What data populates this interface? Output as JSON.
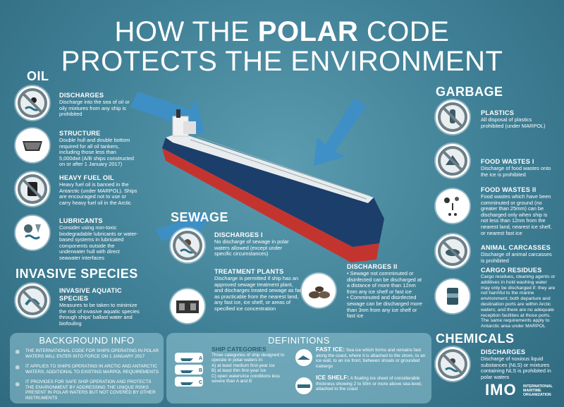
{
  "title_line1_a": "HOW THE ",
  "title_line1_b": "POLAR",
  "title_line1_c": " CODE",
  "title_line2": "PROTECTS THE ENVIRONMENT",
  "oil": {
    "heading": "OIL",
    "items": [
      {
        "title": "DISCHARGES",
        "text": "Discharge into the sea of oil or oily mixtures from any ship is prohibited",
        "icon": "oil-discharge-prohibited-icon"
      },
      {
        "title": "STRUCTURE",
        "text": "Double hull and double bottom required for all oil tankers, including those less than 5,000dwt (A/B ships constructed on or after 1 January 2017)",
        "icon": "double-hull-icon"
      },
      {
        "title": "HEAVY FUEL OIL",
        "text": "Heavy fuel oil is banned in the Antarctic (under MARPOL). Ships are encouraged not to use or carry heavy fuel oil in the Arctic",
        "icon": "oil-barrel-prohibited-icon"
      },
      {
        "title": "LUBRICANTS",
        "text": "Consider using non-toxic biodegradable lubricants or water-based systems in lubricated components outside the underwater hull with direct seawater interfaces",
        "icon": "lubricant-icon"
      }
    ]
  },
  "invasive": {
    "heading": "INVASIVE SPECIES",
    "title": "INVASIVE AQUATIC SPECIES",
    "text": "Measures to be taken to minimize the risk of invasive aquatic species through ships' ballast water and biofouling",
    "icon": "invasive-species-prohibited-icon"
  },
  "sewage": {
    "heading": "SEWAGE",
    "d1_title": "DISCHARGES I",
    "d1_text": "No discharge of sewage in polar waters allowed (except under specific circumstances)",
    "tp_title": "TREATMENT PLANTS",
    "tp_text": "Discharge is permitted if ship has an approved sewage treatment plant, and discharges treated sewage as far as practicable from the nearest land, any fast ice, ice shelf, or areas of specified ice concentration",
    "d2_title": "DISCHARGES II",
    "d2_b1": "• Sewage not comminuted or disinfected can be discharged at a distance of more than 12nm from any ice shelf or fast ice",
    "d2_b2": "• Comminuted and disinfected sewage can be discharged more than 3nm from any ice shelf or fast ice"
  },
  "garbage": {
    "heading": "GARBAGE",
    "items": [
      {
        "title": "PLASTICS",
        "text": "All disposal of plastics prohibited (under MARPOL)",
        "icon": "plastic-bottle-prohibited-icon"
      },
      {
        "title": "FOOD WASTES I",
        "text": "Discharge of food wastes onto the ice is prohibited",
        "icon": "food-waste-ice-prohibited-icon"
      },
      {
        "title": "FOOD WASTES II",
        "text": "Food wastes which have been comminuted or ground (no greater than 25mm) can be discharged only when ship is not less than 12nm from the nearest land, nearest ice shelf, or nearest fast ice",
        "icon": "comminuted-food-icon"
      },
      {
        "title": "ANIMAL CARCASSES",
        "text": "Discharge of animal carcasses is prohibited",
        "icon": "animal-carcass-prohibited-icon"
      },
      {
        "title": "CARGO RESIDUES",
        "text": "Cargo residues, cleaning agents or additives in hold washing water may only be discharged if: they are not harmful to the marine environment; both departure and destination ports are within Arctic waters; and there are no adequate reception facilities at those ports. The same requirements apply to Antarctic area under MARPOL",
        "icon": "cargo-residue-icon"
      }
    ]
  },
  "chemicals": {
    "heading": "CHEMICALS",
    "title": "DISCHARGES",
    "text": "Discharge of noxious liquid substances (NLS) or mixtures containing NLS is prohibited in polar waters",
    "icon": "chemical-discharge-prohibited-icon"
  },
  "background": {
    "heading": "BACKGROUND INFO",
    "items": [
      "THE INTERNATIONAL CODE FOR SHIPS OPERATING IN POLAR WATERS WILL ENTER INTO FORCE ON 1 JANUARY 2017",
      "IT APPLIES TO SHIPS OPERATING IN ARCTIC AND ANTARCTIC WATERS; ADDITIONAL TO EXISTING MARPOL REQUIREMENTS",
      "IT PROVIDES FOR SAFE SHIP OPERATION AND PROTECTS THE ENVIRONMENT BY ADDRESSING THE UNIQUE RISKS PRESENT IN POLAR WATERS BUT NOT COVERED BY OTHER INSTRUMENTS"
    ]
  },
  "definitions": {
    "heading": "DEFINITIONS",
    "cat_title": "SHIP CATEGORIES",
    "cat_intro": "Three categories of ship designed to operate in polar waters in:",
    "cat_a": "A) at least medium first-year ice",
    "cat_b": "B) at least thin first-year ice",
    "cat_c": "C) open waters/ice conditions less severe than A and B",
    "cat_labels": [
      "A",
      "B",
      "C"
    ],
    "fast_title": "FAST ICE:",
    "fast_text": " Sea ice which forms and remains fast along the coast, where it is attached to the shore, to an ice wall, to an ice front, between shoals or grounded icebergs",
    "shelf_title": "ICE SHELF:",
    "shelf_text": " A floating ice sheet of considerable thickness showing 2 to 50m or more above sea-level, attached to the coast"
  },
  "imo": {
    "logo": "IMO",
    "line1": "INTERNATIONAL",
    "line2": "MARITIME",
    "line3": "ORGANIZATION"
  },
  "colors": {
    "accent": "#2f6a80",
    "panel": "#96c8d7",
    "prohibit": "#7a8a90"
  }
}
